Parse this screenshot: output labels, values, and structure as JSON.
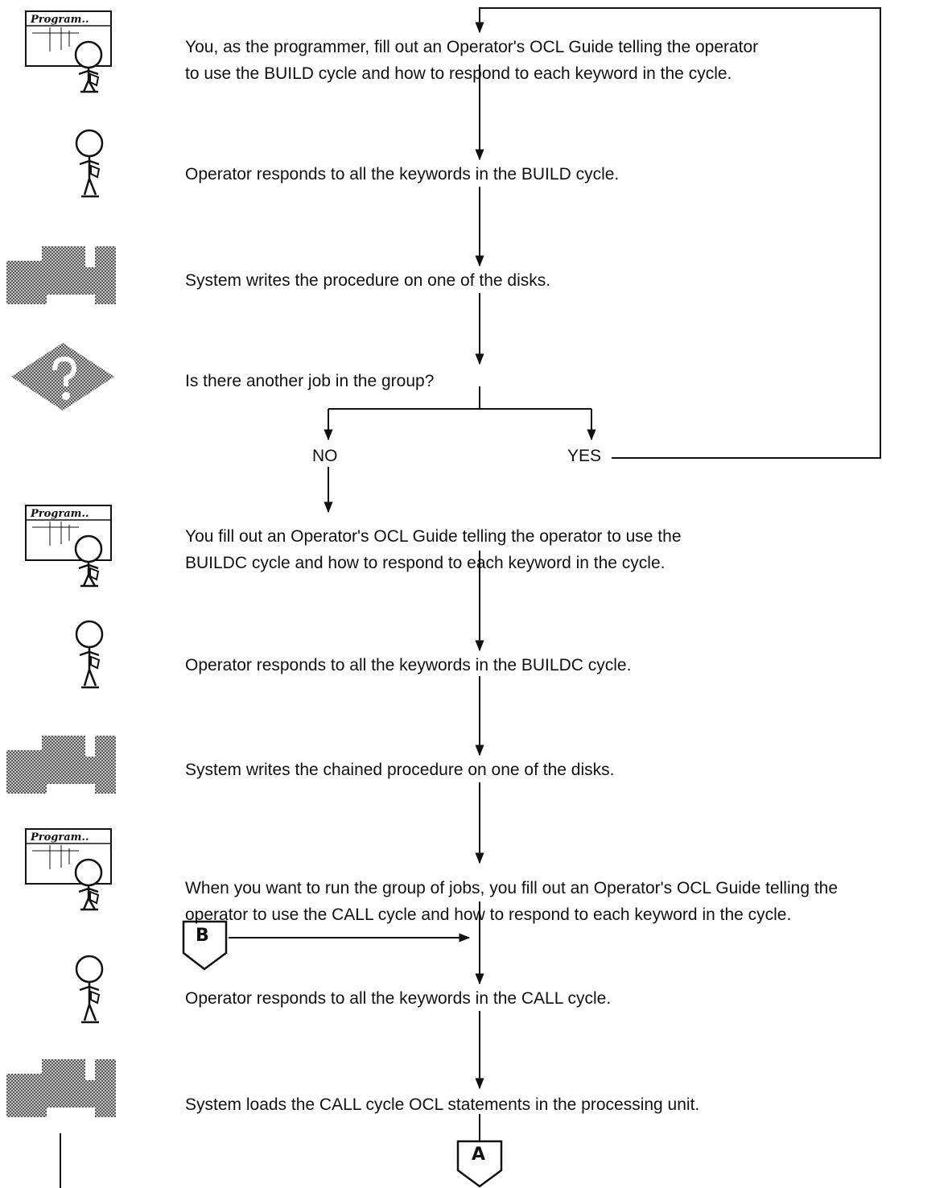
{
  "steps": [
    {
      "id": "s1",
      "actor": "programmer",
      "text": [
        "You, as the programmer, fill out an Operator's OCL Guide telling the operator",
        "to use the BUILD cycle and how to respond to each keyword in the cycle."
      ]
    },
    {
      "id": "s2",
      "actor": "operator",
      "text": [
        "Operator responds to all the keywords in the BUILD cycle."
      ]
    },
    {
      "id": "s3",
      "actor": "system",
      "text": [
        "System writes the procedure on one of the disks."
      ]
    },
    {
      "id": "s4",
      "actor": "decision",
      "text": [
        "Is there another job in the group?"
      ]
    },
    {
      "id": "s5",
      "actor": "programmer",
      "text": [
        "You fill out an Operator's OCL Guide telling the operator to use the",
        "BUILDC cycle and how to respond to each keyword in the cycle."
      ]
    },
    {
      "id": "s6",
      "actor": "operator",
      "text": [
        "Operator responds to all the keywords in the BUILDC cycle."
      ]
    },
    {
      "id": "s7",
      "actor": "system",
      "text": [
        "System writes the chained procedure on one of the disks."
      ]
    },
    {
      "id": "s8",
      "actor": "programmer",
      "text": [
        "When you want to run the group of jobs, you fill out an Operator's OCL Guide telling the",
        "operator to use the CALL cycle and how to respond to each keyword in the cycle."
      ]
    },
    {
      "id": "s9",
      "actor": "operator",
      "text": [
        "Operator responds to all the keywords in the CALL cycle."
      ]
    },
    {
      "id": "s10",
      "actor": "system",
      "text": [
        "System loads the CALL cycle OCL statements in the processing unit."
      ]
    }
  ],
  "branches": {
    "no": "NO",
    "yes": "YES"
  },
  "connectors": {
    "b": "B",
    "a": "A"
  },
  "program_card_label": "Program..",
  "colors": {
    "ink": "#111111",
    "shade": "#9a9a9a"
  }
}
